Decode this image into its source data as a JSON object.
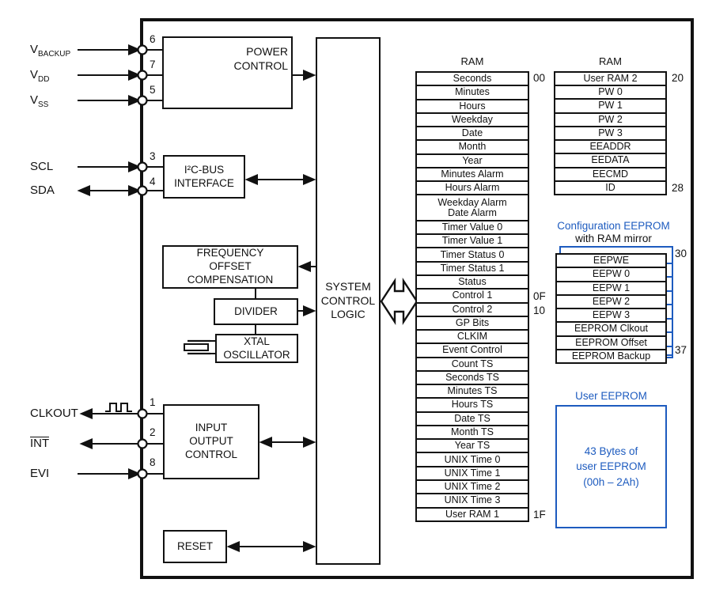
{
  "colors": {
    "accent_blue": "#1d5bbf",
    "line_black": "#111111"
  },
  "pins": {
    "vbackup": {
      "base": "V",
      "sub": "BACKUP",
      "number": "6"
    },
    "vdd": {
      "base": "V",
      "sub": "DD",
      "number": "7"
    },
    "vss": {
      "base": "V",
      "sub": "SS",
      "number": "5"
    },
    "scl": {
      "label": "SCL",
      "number": "3"
    },
    "sda": {
      "label": "SDA",
      "number": "4"
    },
    "clkout": {
      "label": "CLKOUT",
      "number": "1"
    },
    "int": {
      "label": "INT",
      "number": "2"
    },
    "evi": {
      "label": "EVI",
      "number": "8"
    }
  },
  "blocks": {
    "power_control": {
      "line1": "POWER",
      "line2": "CONTROL"
    },
    "i2c": {
      "line1": "I²C-BUS",
      "line2": "INTERFACE"
    },
    "freq": {
      "line1": "FREQUENCY",
      "line2": "OFFSET",
      "line3": "COMPENSATION"
    },
    "divider": {
      "label": "DIVIDER"
    },
    "xtal": {
      "line1": "XTAL",
      "line2": "OSCILLATOR"
    },
    "system": {
      "line1": "SYSTEM",
      "line2": "CONTROL",
      "line3": "LOGIC"
    },
    "io": {
      "line1": "INPUT",
      "line2": "OUTPUT",
      "line3": "CONTROL"
    },
    "reset": {
      "label": "RESET"
    }
  },
  "ram_left": {
    "title": "RAM",
    "rows": [
      "Seconds",
      "Minutes",
      "Hours",
      "Weekday",
      "Date",
      "Month",
      "Year",
      "Minutes Alarm",
      "Hours Alarm",
      "Weekday Alarm",
      "Date Alarm",
      "Timer Value 0",
      "Timer Value 1",
      "Timer Status 0",
      "Timer Status 1",
      "Status",
      "Control 1",
      "Control 2",
      "GP Bits",
      "CLKIM",
      "Event Control",
      "Count TS",
      "Seconds TS",
      "Minutes TS",
      "Hours TS",
      "Date TS",
      "Month TS",
      "Year TS",
      "UNIX Time 0",
      "UNIX Time 1",
      "UNIX Time 2",
      "UNIX Time 3",
      "User RAM 1"
    ],
    "addr_first": "00",
    "addr_control1": "0F",
    "addr_control2": "10",
    "addr_last": "1F"
  },
  "ram_right": {
    "title": "RAM",
    "rows": [
      "User RAM 2",
      "PW 0",
      "PW 1",
      "PW 2",
      "PW 3",
      "EEADDR",
      "EEDATA",
      "EECMD",
      "ID"
    ],
    "addr_first": "20",
    "addr_last": "28"
  },
  "config_eeprom": {
    "title": "Configuration EEPROM",
    "subtitle": "with RAM mirror",
    "rows": [
      "EEPWE",
      "EEPW 0",
      "EEPW 1",
      "EEPW 2",
      "EEPW 3",
      "EEPROM Clkout",
      "EEPROM Offset",
      "EEPROM Backup"
    ],
    "addr_first": "30",
    "addr_last": "37"
  },
  "user_eeprom": {
    "title": "User EEPROM",
    "line1": "43 Bytes of",
    "line2": "user EEPROM",
    "line3": "(00h – 2Ah)"
  }
}
